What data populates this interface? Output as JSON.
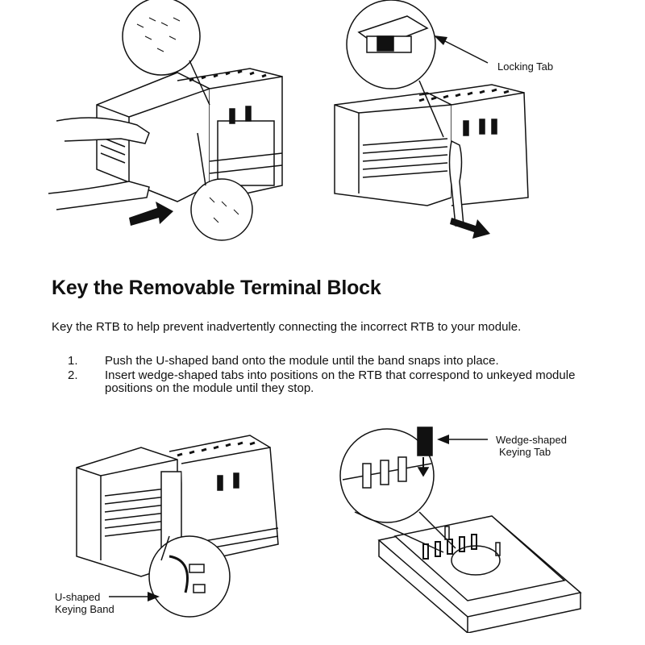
{
  "heading": "Key the Removable Terminal Block",
  "intro": "Key the RTB to help prevent inadvertently connecting the incorrect RTB to your module.",
  "steps": [
    {
      "num": "1.",
      "text": "Push the U-shaped band onto the module until the band snaps into place."
    },
    {
      "num": "2.",
      "text": "Insert wedge-shaped tabs into positions on the RTB that correspond to unkeyed module positions on the module until they stop."
    }
  ],
  "callouts": {
    "locking_tab": "Locking Tab",
    "wedge_tab_line1": "Wedge-shaped",
    "wedge_tab_line2": "Keying Tab",
    "u_band_line1": "U-shaped",
    "u_band_line2": "Keying Band"
  },
  "colors": {
    "line": "#111111",
    "background": "#ffffff"
  }
}
